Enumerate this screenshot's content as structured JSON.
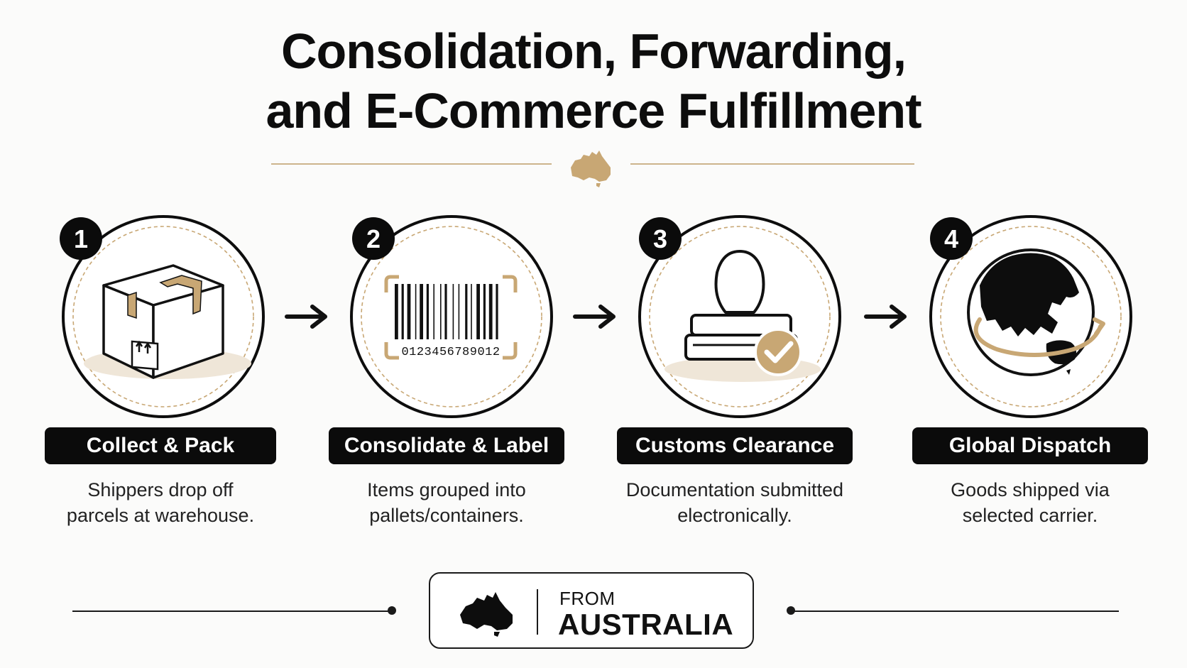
{
  "header": {
    "title_line1": "Consolidation, Forwarding,",
    "title_line2": "and E-Commerce Fulfillment"
  },
  "colors": {
    "accent_gold": "#c8a774",
    "dark": "#0b0b0b",
    "background": "#fbfbfa"
  },
  "steps": [
    {
      "number": "1",
      "label": "Collect & Pack",
      "desc_line1": "Shippers drop off",
      "desc_line2": "parcels at warehouse.",
      "icon": "box-icon"
    },
    {
      "number": "2",
      "label": "Consolidate & Label",
      "desc_line1": "Items grouped into",
      "desc_line2": "pallets/containers.",
      "icon": "barcode-icon",
      "barcode_digits": "0123456789012"
    },
    {
      "number": "3",
      "label": "Customs Clearance",
      "desc_line1": "Documentation submitted",
      "desc_line2": "electronically.",
      "icon": "stamp-icon"
    },
    {
      "number": "4",
      "label": "Global Dispatch",
      "desc_line1": "Goods shipped via",
      "desc_line2": "selected carrier.",
      "icon": "globe-icon"
    }
  ],
  "badge": {
    "from": "FROM",
    "country": "AUSTRALIA"
  }
}
